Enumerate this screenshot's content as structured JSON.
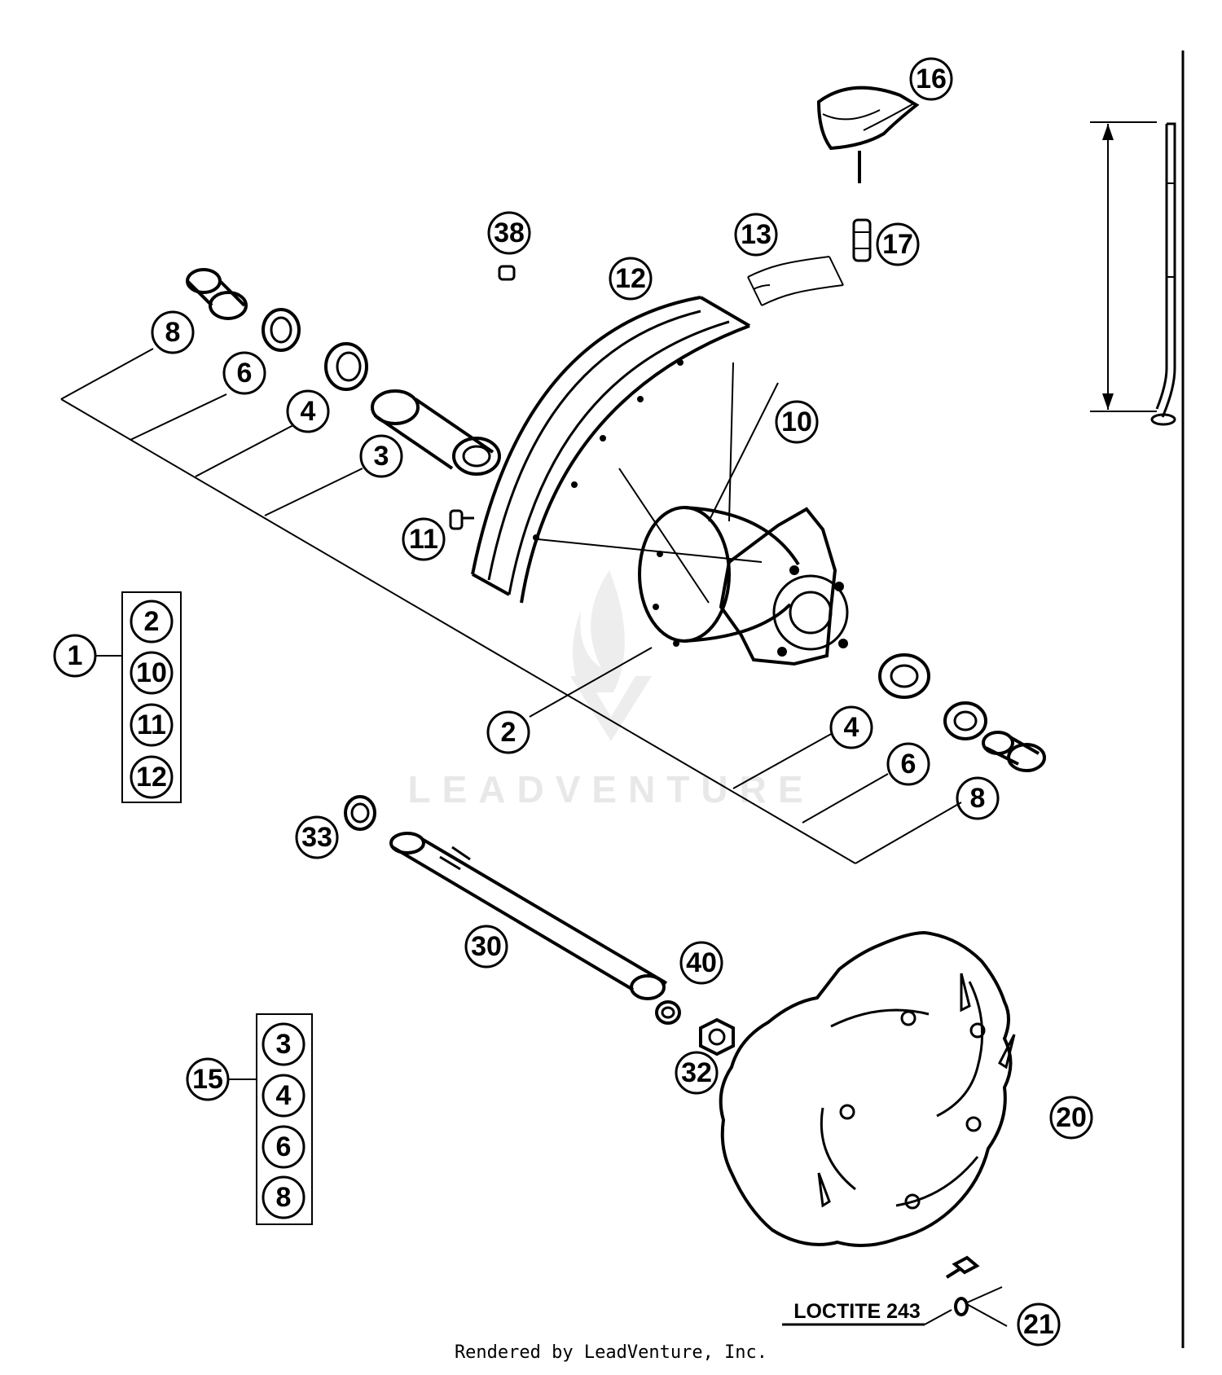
{
  "watermark": "LEADVENTURE",
  "note": "LOCTITE 243",
  "footer": "Rendered by LeadVenture, Inc.",
  "kits": [
    {
      "label": "1",
      "items": [
        "2",
        "10",
        "11",
        "12"
      ]
    },
    {
      "label": "15",
      "items": [
        "3",
        "4",
        "6",
        "8"
      ]
    }
  ],
  "callouts": {
    "c16": "16",
    "c17": "17",
    "c13": "13",
    "c38": "38",
    "c12": "12",
    "c8a": "8",
    "c6a": "6",
    "c4a": "4",
    "c3": "3",
    "c10": "10",
    "c11": "11",
    "c2": "2",
    "c4b": "4",
    "c6b": "6",
    "c8b": "8",
    "c33": "33",
    "c30": "30",
    "c40": "40",
    "c32": "32",
    "c20": "20",
    "c21": "21"
  }
}
